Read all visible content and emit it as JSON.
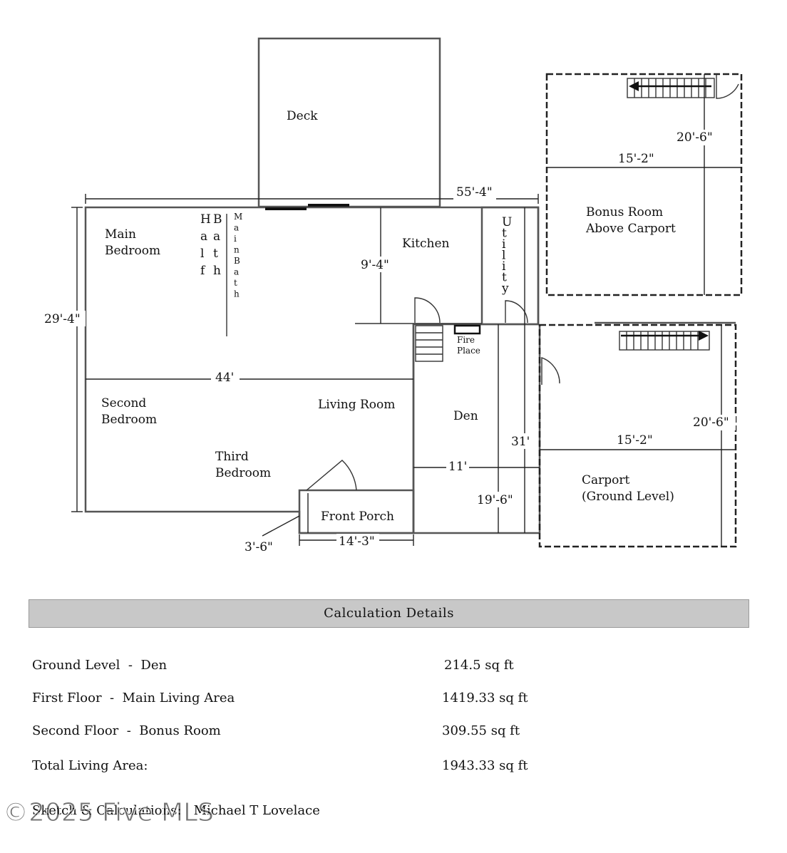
{
  "rooms": {
    "deck": "Deck",
    "main_bedroom_1": "Main",
    "main_bedroom_2": "Bedroom",
    "half_bath_letters": [
      "H",
      "a",
      "l",
      "f"
    ],
    "bath_letters": [
      "B",
      "a",
      "t",
      "h"
    ],
    "main_bath_letters": [
      "M",
      "a",
      "i",
      "n",
      "B",
      "a",
      "t",
      "h"
    ],
    "kitchen": "Kitchen",
    "utility_letters": [
      "U",
      "t",
      "i",
      "l",
      "i",
      "t",
      "y"
    ],
    "bonus_1": "Bonus Room",
    "bonus_2": "Above Carport",
    "fire_1": "Fire",
    "fire_2": "Place",
    "second_bedroom_1": "Second",
    "second_bedroom_2": "Bedroom",
    "living_room": "Living Room",
    "den": "Den",
    "third_bedroom_1": "Third",
    "third_bedroom_2": "Bedroom",
    "front_porch": "Front Porch",
    "carport_1": "Carport",
    "carport_2": "(Ground Level)"
  },
  "dimensions": {
    "overall_width": "55'-4\"",
    "overall_depth": "29'-4\"",
    "kitchen_depth": "9'-4\"",
    "main_width": "44'",
    "bonus_depth": "20'-6\"",
    "bonus_width": "15'-2\"",
    "carport_depth": "20'-6\"",
    "carport_width": "15'-2\"",
    "den_depth_total": "31'",
    "den_width": "11'",
    "den_depth": "19'-6\"",
    "porch_depth": "3'-6\"",
    "porch_width": "14'-3\""
  },
  "calculation": {
    "header": "Calculation Details",
    "rows": [
      {
        "name": "Ground Level  -  Den",
        "value": "214.5 sq ft"
      },
      {
        "name": "First Floor  -  Main Living Area",
        "value": "1419.33 sq ft"
      },
      {
        "name": "Second Floor  -  Bonus Room",
        "value": "309.55 sq ft"
      },
      {
        "name": "Total Living Area:",
        "value": "1943.33 sq ft"
      }
    ],
    "footer": "Sketch & Calculations:   Michael T Lovelace"
  },
  "watermark": "©2025 Five MLS"
}
